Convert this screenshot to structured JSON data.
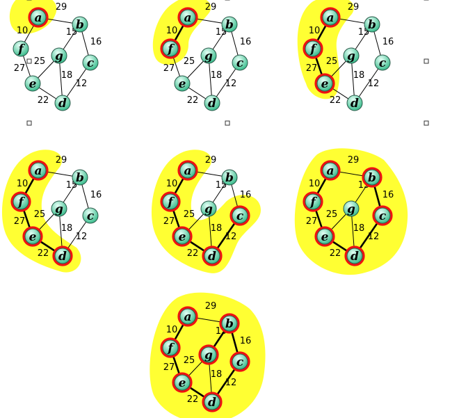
{
  "colors": {
    "highlight": "#ffff33",
    "node_fill_top": "#e6fff6",
    "node_fill_bottom": "#2fb886",
    "node_stroke": "#2a5a4a",
    "selected_ring": "#ee1111",
    "edge": "#000000"
  },
  "nodes": [
    {
      "id": "a",
      "label": "a"
    },
    {
      "id": "b",
      "label": "b"
    },
    {
      "id": "c",
      "label": "c"
    },
    {
      "id": "d",
      "label": "d"
    },
    {
      "id": "e",
      "label": "e"
    },
    {
      "id": "f",
      "label": "f"
    },
    {
      "id": "g",
      "label": "g"
    }
  ],
  "edges": [
    {
      "from": "a",
      "to": "b",
      "weight": "29"
    },
    {
      "from": "a",
      "to": "f",
      "weight": "10"
    },
    {
      "from": "b",
      "to": "g",
      "weight": "15"
    },
    {
      "from": "b",
      "to": "c",
      "weight": "16"
    },
    {
      "from": "f",
      "to": "e",
      "weight": "27"
    },
    {
      "from": "g",
      "to": "e",
      "weight": "25"
    },
    {
      "from": "g",
      "to": "d",
      "weight": "18"
    },
    {
      "from": "c",
      "to": "d",
      "weight": "12"
    },
    {
      "from": "e",
      "to": "d",
      "weight": "22"
    }
  ],
  "steps": [
    {
      "step": 1,
      "selected_nodes": [
        "a"
      ],
      "tree_edges": []
    },
    {
      "step": 2,
      "selected_nodes": [
        "a",
        "f"
      ],
      "tree_edges": [
        [
          "a",
          "f"
        ]
      ]
    },
    {
      "step": 3,
      "selected_nodes": [
        "a",
        "f",
        "e"
      ],
      "tree_edges": [
        [
          "a",
          "f"
        ],
        [
          "f",
          "e"
        ]
      ]
    },
    {
      "step": 4,
      "selected_nodes": [
        "a",
        "f",
        "e",
        "d"
      ],
      "tree_edges": [
        [
          "a",
          "f"
        ],
        [
          "f",
          "e"
        ],
        [
          "e",
          "d"
        ]
      ]
    },
    {
      "step": 5,
      "selected_nodes": [
        "a",
        "f",
        "e",
        "d",
        "c"
      ],
      "tree_edges": [
        [
          "a",
          "f"
        ],
        [
          "f",
          "e"
        ],
        [
          "e",
          "d"
        ],
        [
          "c",
          "d"
        ]
      ]
    },
    {
      "step": 6,
      "selected_nodes": [
        "a",
        "f",
        "e",
        "d",
        "c",
        "b"
      ],
      "tree_edges": [
        [
          "a",
          "f"
        ],
        [
          "f",
          "e"
        ],
        [
          "e",
          "d"
        ],
        [
          "c",
          "d"
        ],
        [
          "b",
          "c"
        ]
      ]
    },
    {
      "step": 7,
      "selected_nodes": [
        "a",
        "f",
        "e",
        "d",
        "c",
        "b",
        "g"
      ],
      "tree_edges": [
        [
          "a",
          "f"
        ],
        [
          "f",
          "e"
        ],
        [
          "e",
          "d"
        ],
        [
          "c",
          "d"
        ],
        [
          "b",
          "c"
        ],
        [
          "b",
          "g"
        ]
      ]
    }
  ]
}
